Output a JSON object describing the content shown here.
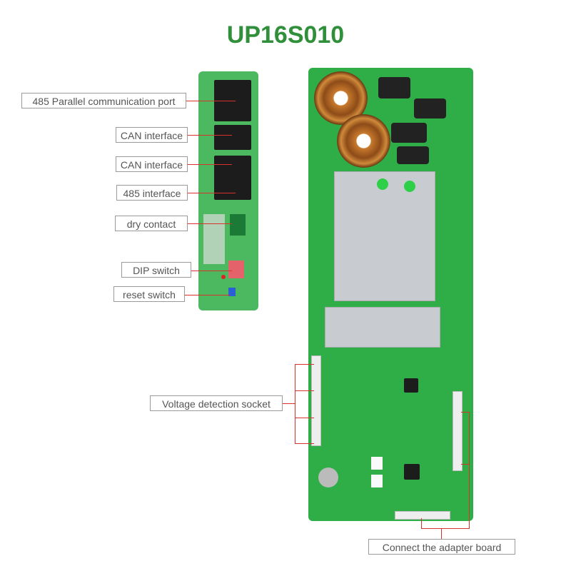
{
  "title": "UP16S010",
  "labels": {
    "parallel_port": "485 Parallel communication port",
    "can1": "CAN interface",
    "can2": "CAN interface",
    "rs485": "485 interface",
    "dry_contact": "dry contact",
    "dip_switch": "DIP switch",
    "reset_switch": "reset switch",
    "voltage_socket": "Voltage detection socket",
    "adapter_board": "Connect the adapter board"
  },
  "colors": {
    "title": "#2f8f3a",
    "pcb": "#2fae48",
    "leader_line": "#d9312b"
  }
}
